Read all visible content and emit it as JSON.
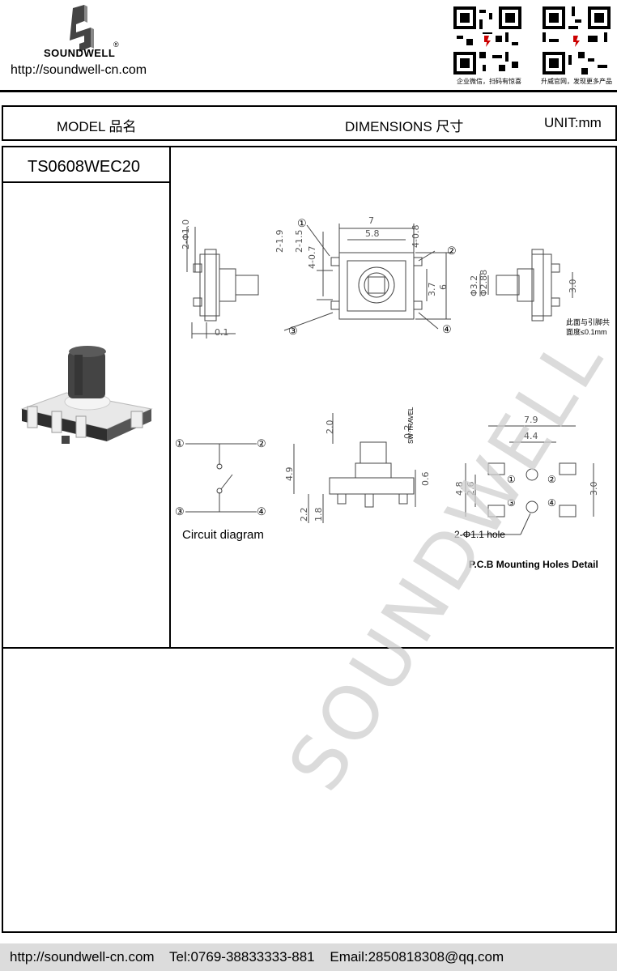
{
  "brand": {
    "name": "SOUNDWELL",
    "reg_mark": "®",
    "site": "http://soundwell-cn.com"
  },
  "qr": [
    {
      "caption": "企业微信，扫码有惊喜"
    },
    {
      "caption": "升威官网，发现更多产品"
    }
  ],
  "header": {
    "model_label": "MODEL 品名",
    "dimensions_label": "DIMENSIONS 尺寸",
    "unit_label": "UNIT:mm"
  },
  "product": {
    "model_name": "TS0608WEC20"
  },
  "drawing": {
    "side_view": {
      "d1": "2-Φ1.0",
      "d2": "0.1"
    },
    "top_view": {
      "w_outer": "7",
      "w_inner": "5.8",
      "h1": "2-1.9",
      "h2": "2-1.5",
      "h3": "4-0.7",
      "h4": "4-0.8",
      "h5": "3.7",
      "h6": "6",
      "pins": [
        "①",
        "②",
        "③",
        "④"
      ]
    },
    "right_view": {
      "d1": "Φ3.2",
      "d2": "Φ2.88",
      "d3": "3.0",
      "note_line1": "此面与引脚共",
      "note_line2": "面度≤0.1mm"
    },
    "front_view": {
      "h_top": "2.0",
      "travel": "0.2",
      "travel_label": "SW TRAVEL",
      "h_total": "4.9",
      "h_body": "0.6",
      "h_low": "2.2",
      "h_lower": "1.8"
    },
    "pcb": {
      "w_outer": "7.9",
      "w_inner": "4.4",
      "h_outer": "4.8",
      "h_inner": "2.6",
      "h_right": "3.0",
      "hole": "2-Φ1.1 hole"
    },
    "circuit_caption": "Circuit diagram",
    "pcb_caption": "P.C.B Mounting Holes Detail"
  },
  "watermark": "SOUNDWELL",
  "footer": {
    "url": "http://soundwell-cn.com",
    "tel": "Tel:0769-38833333-881",
    "email": "Email:2850818308@qq.com"
  }
}
